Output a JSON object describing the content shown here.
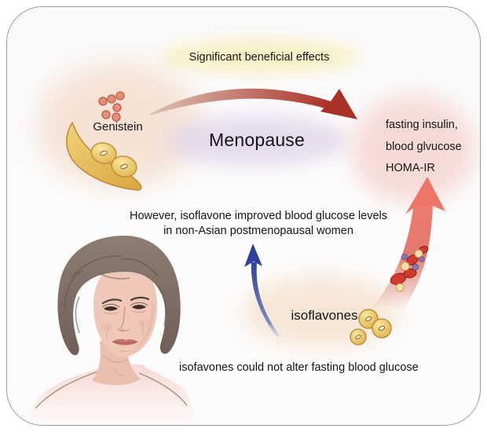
{
  "figure": {
    "banner": {
      "text": "Significant beneficial effects"
    },
    "genistein": {
      "label": "Genistein"
    },
    "menopause": {
      "label": "Menopause"
    },
    "outcomes": {
      "line1": "fasting insulin,",
      "line2": "blood glvucose",
      "line3": "HOMA-IR"
    },
    "finding": {
      "line1": "However, isoflavone improved blood glucose levels",
      "line2": "in non-Asian postmenopausal women"
    },
    "isoflavones": {
      "label": "isoflavones"
    },
    "bottom_note": {
      "text": "isofavones could not alter fasting blood glucose"
    }
  },
  "colors": {
    "card_border": "#9b9b9b",
    "text": "#151515",
    "red_arrow": "#a93226",
    "pink_arrow": "#ee7c6f",
    "blue_arrow": "#2f419b",
    "soybean_gold": "#ddab44",
    "genistein_dot": "#e98e75",
    "glow_yellow": "#f7f0c0",
    "glow_peach": "#f3d9c5",
    "glow_lavender": "#e2d7eb",
    "glow_pink": "#f5d3cf"
  }
}
